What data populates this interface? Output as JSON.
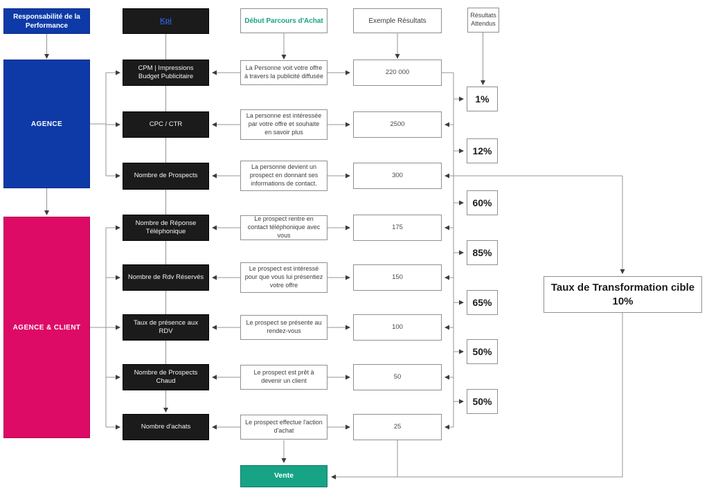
{
  "header": {
    "responsibility": "Responsabilité de la Performance",
    "kpi": "Kpi",
    "journey_start": "Début Parcours d'Achat",
    "example_results": "Exemple Résultats",
    "expected_results": "Résultats Attendus"
  },
  "owners": [
    {
      "label": "AGENCE"
    },
    {
      "label": "AGENCE & CLIENT"
    }
  ],
  "rows": [
    {
      "kpi": "CPM | Impressions Budget Publicitaire",
      "description": "La Personne voit votre offre à travers la publicité diffusée",
      "result": "220 000"
    },
    {
      "kpi": "CPC / CTR",
      "description": "La personne est intéressée par votre offre et souhaite en savoir plus",
      "result": "2500"
    },
    {
      "kpi": "Nombre de Prospects",
      "description": "La personne devient un prospect en donnant ses informations de contact.",
      "result": "300"
    },
    {
      "kpi": "Nombre de Réponse Téléphonique",
      "description": "Le prospect rentre en contact téléphonique avec vous",
      "result": "175"
    },
    {
      "kpi": "Nombre de Rdv Réservés",
      "description": "Le prospect est intéressé pour que vous lui présentiez votre offre",
      "result": "150"
    },
    {
      "kpi": "Taux de présence aux RDV",
      "description": "Le prospect se présente au rendez-vous",
      "result": "100"
    },
    {
      "kpi": "Nombre de Prospects Chaud",
      "description": "Le prospect est prêt à devenir un client",
      "result": "50"
    },
    {
      "kpi": "Nombre d'achats",
      "description": "Le prospect effectue l'action d'achat",
      "result": "25"
    }
  ],
  "conversion_rates": [
    "1%",
    "12%",
    "60%",
    "85%",
    "65%",
    "50%",
    "50%"
  ],
  "target": "Taux de Transformation cible 10%",
  "sale": "Vente",
  "colors": {
    "agency_blue": "#0e3aa8",
    "agency_client_pink": "#dd0a66",
    "sale_teal": "#17a386",
    "kpi_black": "#1b1b1b",
    "link_blue": "#2e5bd7",
    "connector_gray": "#949494",
    "arrowhead": "#3d3d3d"
  }
}
